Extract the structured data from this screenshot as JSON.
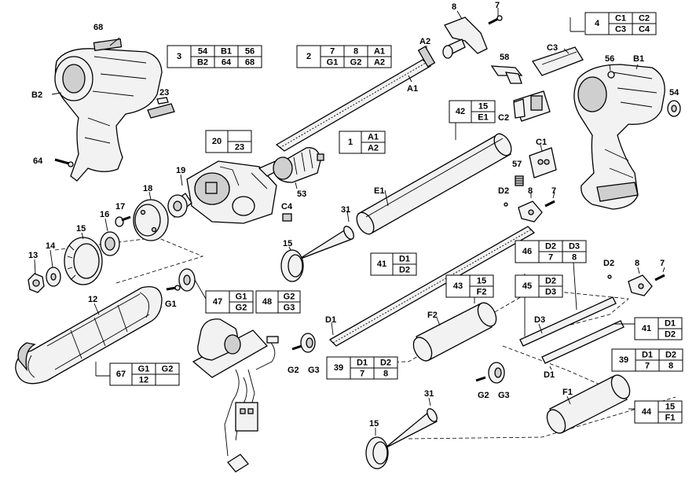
{
  "labels": {
    "l68": "68",
    "lB2": "B2",
    "l23": "23",
    "l64": "64",
    "l20": "20",
    "l19": "19",
    "l18": "18",
    "l53": "53",
    "lC4": "C4",
    "l17": "17",
    "l16": "16",
    "l15a": "15",
    "l14": "14",
    "l13": "13",
    "l12": "12",
    "lG1": "G1",
    "l8a": "8",
    "l7a": "7",
    "lA2": "A2",
    "lA1": "A1",
    "l58": "58",
    "lC3": "C3",
    "l56": "56",
    "lB1": "B1",
    "l54": "54",
    "lC2": "C2",
    "lC1": "C1",
    "l57": "57",
    "lD2a": "D2",
    "l8b": "8",
    "l7b": "7",
    "lE1": "E1",
    "l31a": "31",
    "l15b": "15",
    "lD2b": "D2",
    "l8c": "8",
    "l7c": "7",
    "lD1a": "D1",
    "lG2a": "G2",
    "lG3a": "G3",
    "lF2": "F2",
    "lD3": "D3",
    "lD1b": "D1",
    "lG2b": "G2",
    "lG3b": "G3",
    "l31b": "31",
    "l15c": "15",
    "lF1": "F1"
  },
  "tables": {
    "t3": {
      "id": "3",
      "cells": [
        [
          "54",
          "B1",
          "56"
        ],
        [
          "B2",
          "64",
          "68"
        ]
      ]
    },
    "t2": {
      "id": "2",
      "cells": [
        [
          "7",
          "8",
          "A1"
        ],
        [
          "G1",
          "G2",
          "A2"
        ]
      ]
    },
    "t4": {
      "id": "4",
      "cells": [
        [
          "C1",
          "C2"
        ],
        [
          "C3",
          "C4"
        ]
      ]
    },
    "t20": {
      "id": "20",
      "cells": [
        [
          ""
        ],
        [
          "23"
        ]
      ]
    },
    "t1": {
      "id": "1",
      "cells": [
        [
          "A1"
        ],
        [
          "A2"
        ]
      ]
    },
    "t42": {
      "id": "42",
      "cells": [
        [
          "15"
        ],
        [
          "E1"
        ]
      ]
    },
    "t41a": {
      "id": "41",
      "cells": [
        [
          "D1"
        ],
        [
          "D2"
        ]
      ]
    },
    "t46": {
      "id": "46",
      "cells": [
        [
          "D2",
          "D3"
        ],
        [
          "7",
          "8"
        ]
      ]
    },
    "t43": {
      "id": "43",
      "cells": [
        [
          "15"
        ],
        [
          "F2"
        ]
      ]
    },
    "t45": {
      "id": "45",
      "cells": [
        [
          "D2"
        ],
        [
          "D3"
        ]
      ]
    },
    "t47": {
      "id": "47",
      "cells": [
        [
          "G1"
        ],
        [
          "G2"
        ]
      ]
    },
    "t48": {
      "id": "48",
      "cells": [
        [
          "G2"
        ],
        [
          "G3"
        ]
      ]
    },
    "t41b": {
      "id": "41",
      "cells": [
        [
          "D1"
        ],
        [
          "D2"
        ]
      ]
    },
    "t39a": {
      "id": "39",
      "cells": [
        [
          "D1",
          "D2"
        ],
        [
          "7",
          "8"
        ]
      ]
    },
    "t39b": {
      "id": "39",
      "cells": [
        [
          "D1",
          "D2"
        ],
        [
          "7",
          "8"
        ]
      ]
    },
    "t67": {
      "id": "67",
      "cells": [
        [
          "G1",
          "G2"
        ],
        [
          "12",
          ""
        ]
      ]
    },
    "t44": {
      "id": "44",
      "cells": [
        [
          "15"
        ],
        [
          "F1"
        ]
      ]
    }
  }
}
